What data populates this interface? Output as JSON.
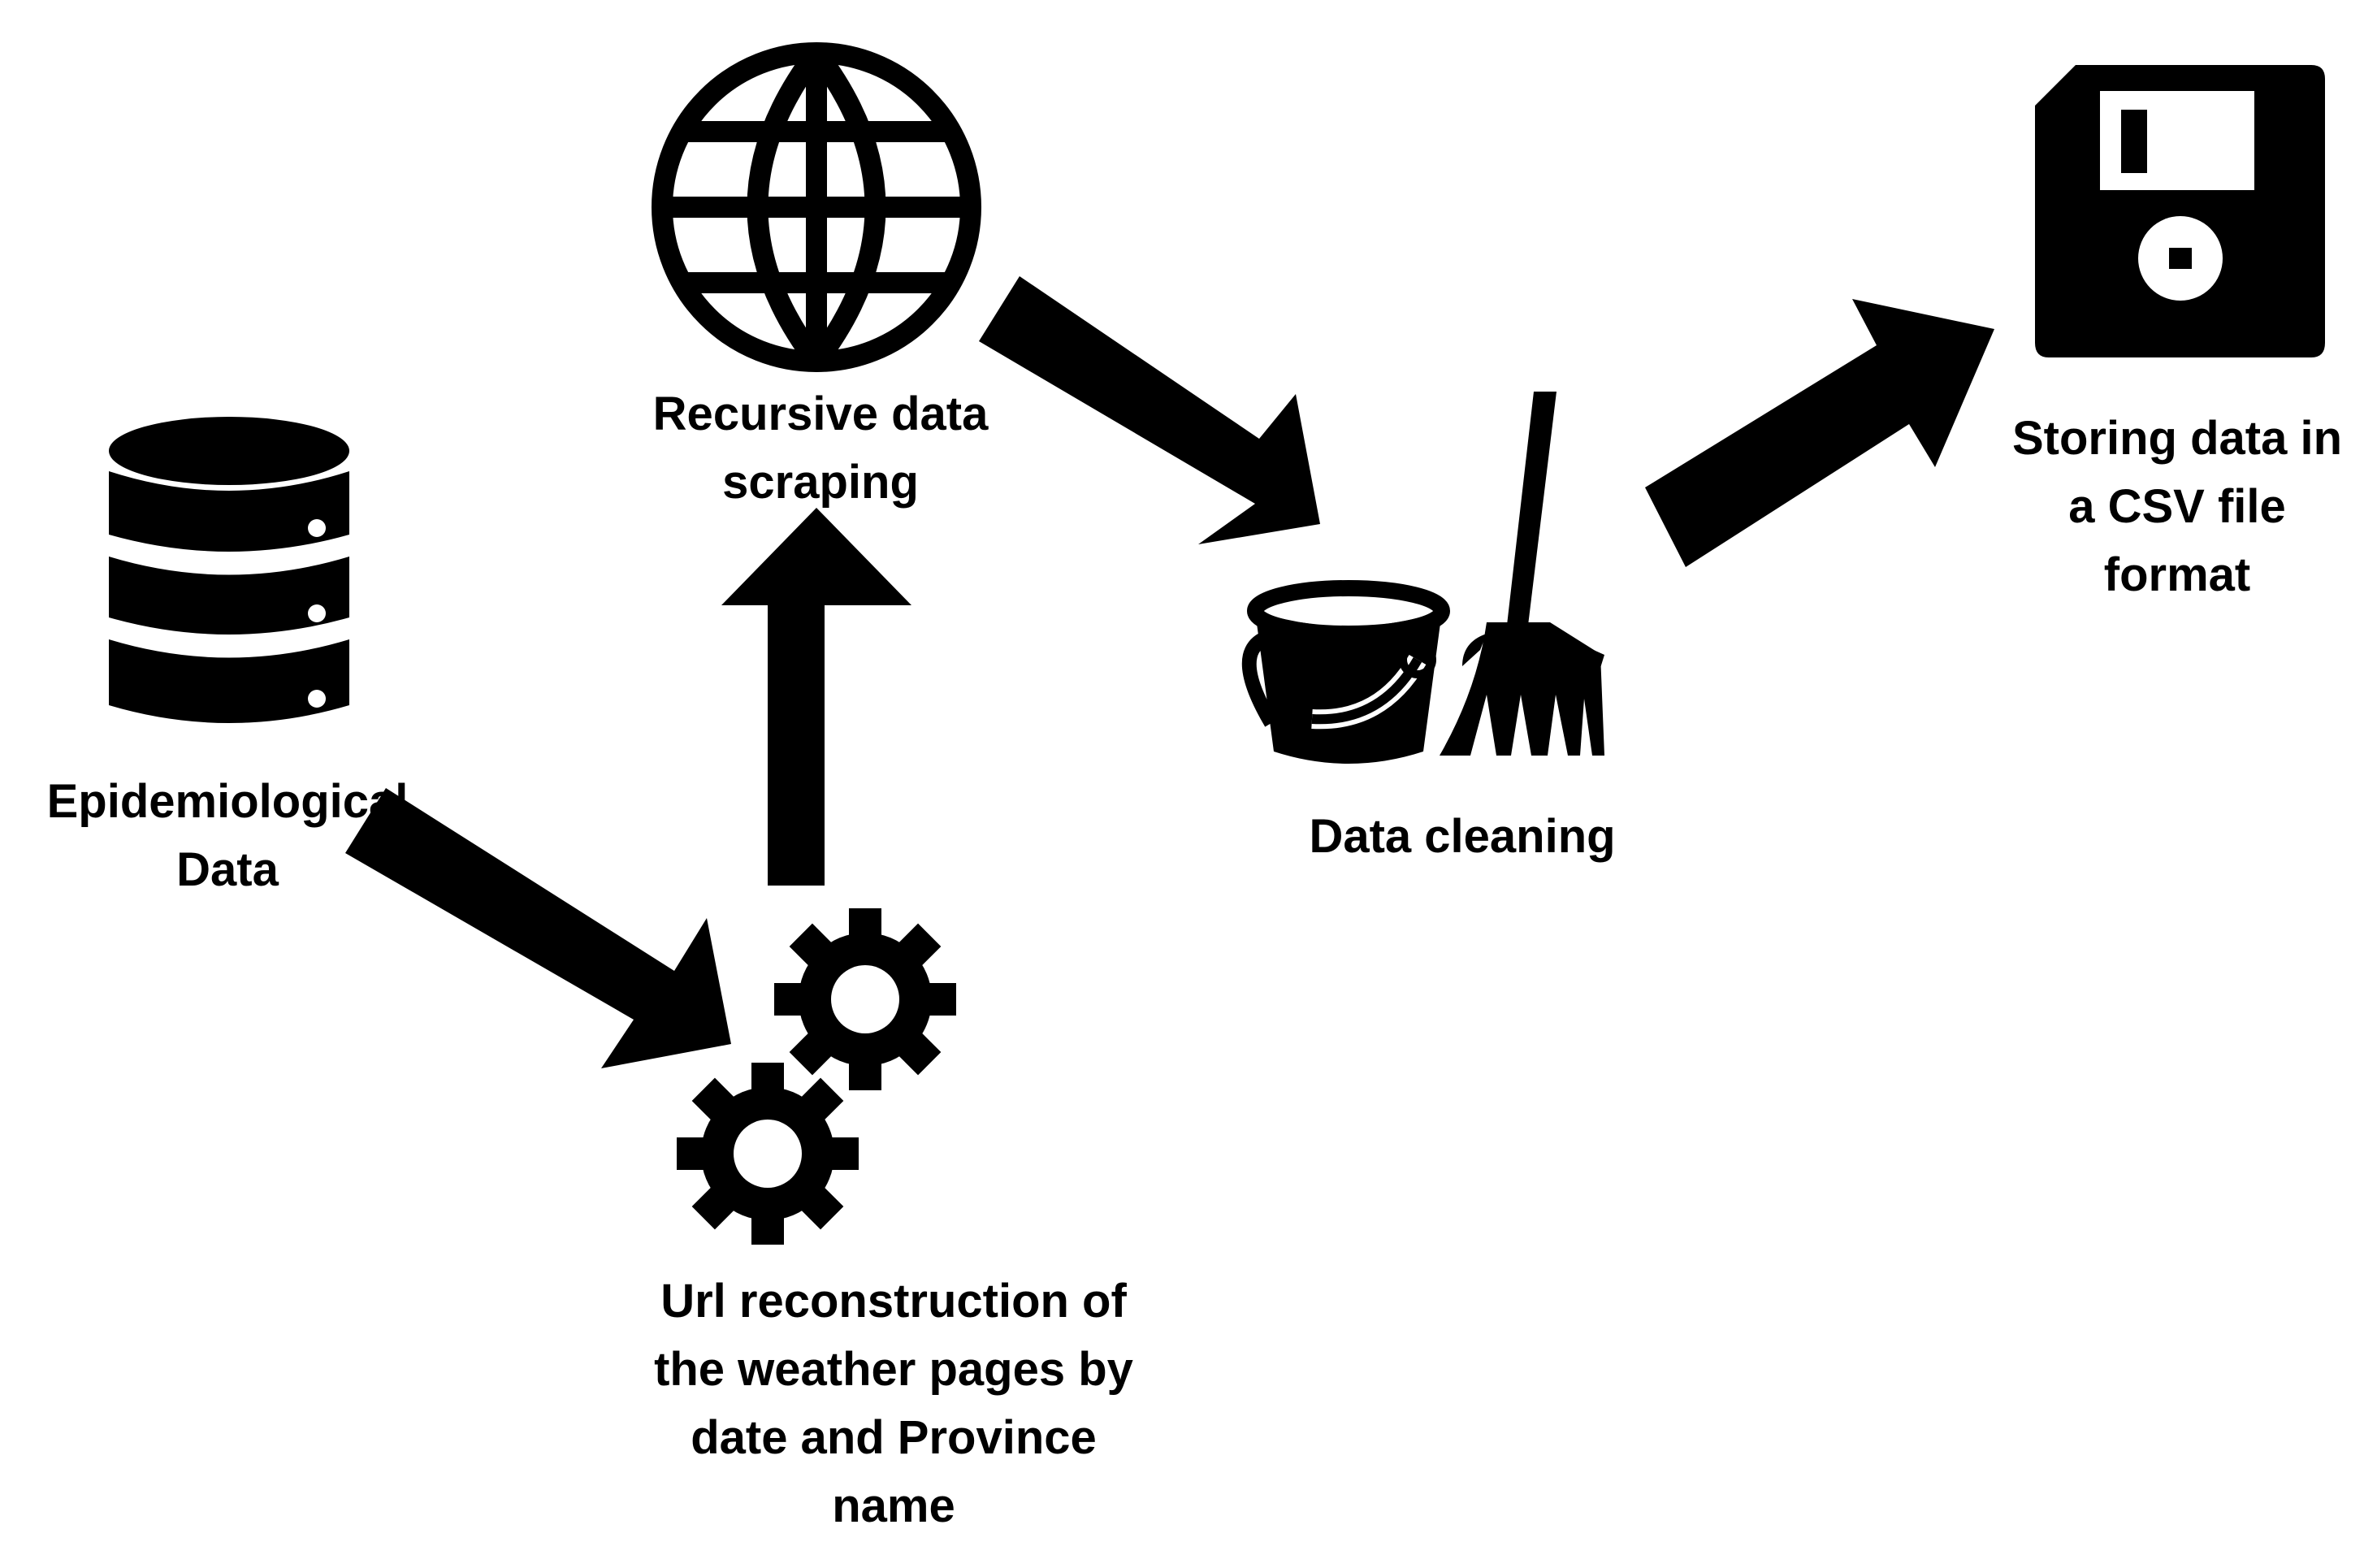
{
  "steps": {
    "epidemiological": {
      "icon": "database-icon",
      "label_lines": [
        "Epidemiological",
        "Data"
      ]
    },
    "url_reconstruction": {
      "icon": "gears-icon",
      "label_lines": [
        "Url reconstruction of",
        "the weather pages by",
        "date and Province",
        "name"
      ]
    },
    "scraping": {
      "icon": "globe-icon",
      "label_lines": [
        "Recursive data",
        "scraping"
      ]
    },
    "cleaning": {
      "icon": "bucket-and-mop-icon",
      "label_lines": [
        "Data cleaning"
      ]
    },
    "storing": {
      "icon": "floppy-disk-icon",
      "label_lines": [
        "Storing data in",
        "a CSV file",
        "format"
      ]
    }
  },
  "colors": {
    "ink": "#000000",
    "background": "#ffffff"
  }
}
